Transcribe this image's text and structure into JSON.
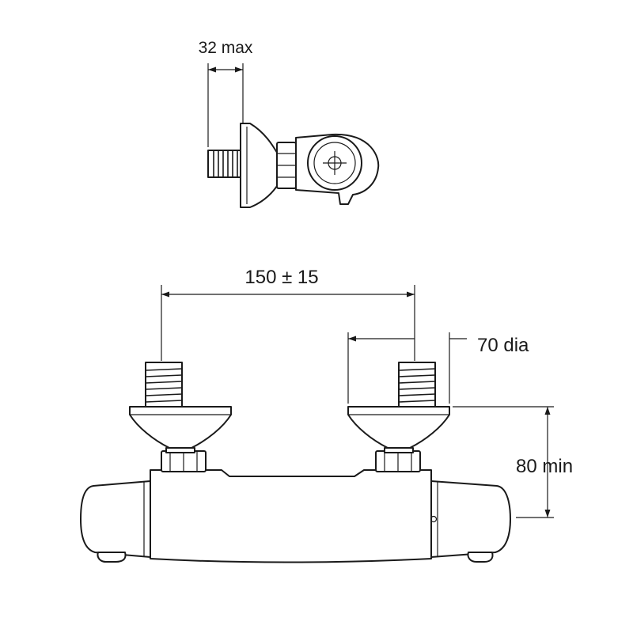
{
  "dimensions": {
    "side_projection": "32 max",
    "centers": "150 ± 15",
    "flange_diameter": "70 dia",
    "height": "80 min"
  }
}
